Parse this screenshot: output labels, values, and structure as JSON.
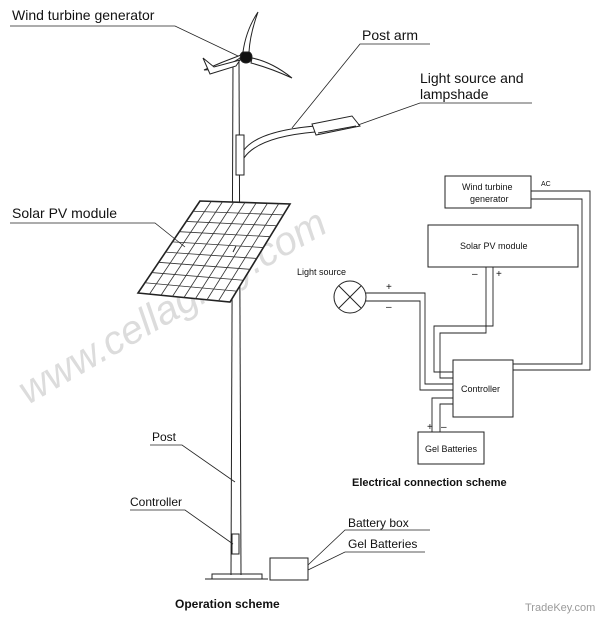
{
  "operation": {
    "labels": {
      "wind_turbine": "Wind turbine generator",
      "post_arm": "Post arm",
      "light_source_line1": "Light source and",
      "light_source_line2": "lampshade",
      "solar_module": "Solar PV module",
      "post": "Post",
      "controller": "Controller",
      "battery_box": "Battery box",
      "gel_batteries": "Gel Batteries"
    },
    "caption": "Operation scheme"
  },
  "electrical": {
    "wind_turbine_line1": "Wind turbine",
    "wind_turbine_line2": "generator",
    "ac": "AC",
    "solar_module": "Solar PV module",
    "light_source": "Light source",
    "controller": "Controller",
    "gel_batteries": "Gel Batteries",
    "plus": "+",
    "minus": "–",
    "caption": "Electrical connection scheme"
  },
  "watermark": "www.cellaglory.com",
  "footer_watermark": "TradeKey.com",
  "colors": {
    "line": "#222222",
    "watermark": "#d9d9d9"
  }
}
